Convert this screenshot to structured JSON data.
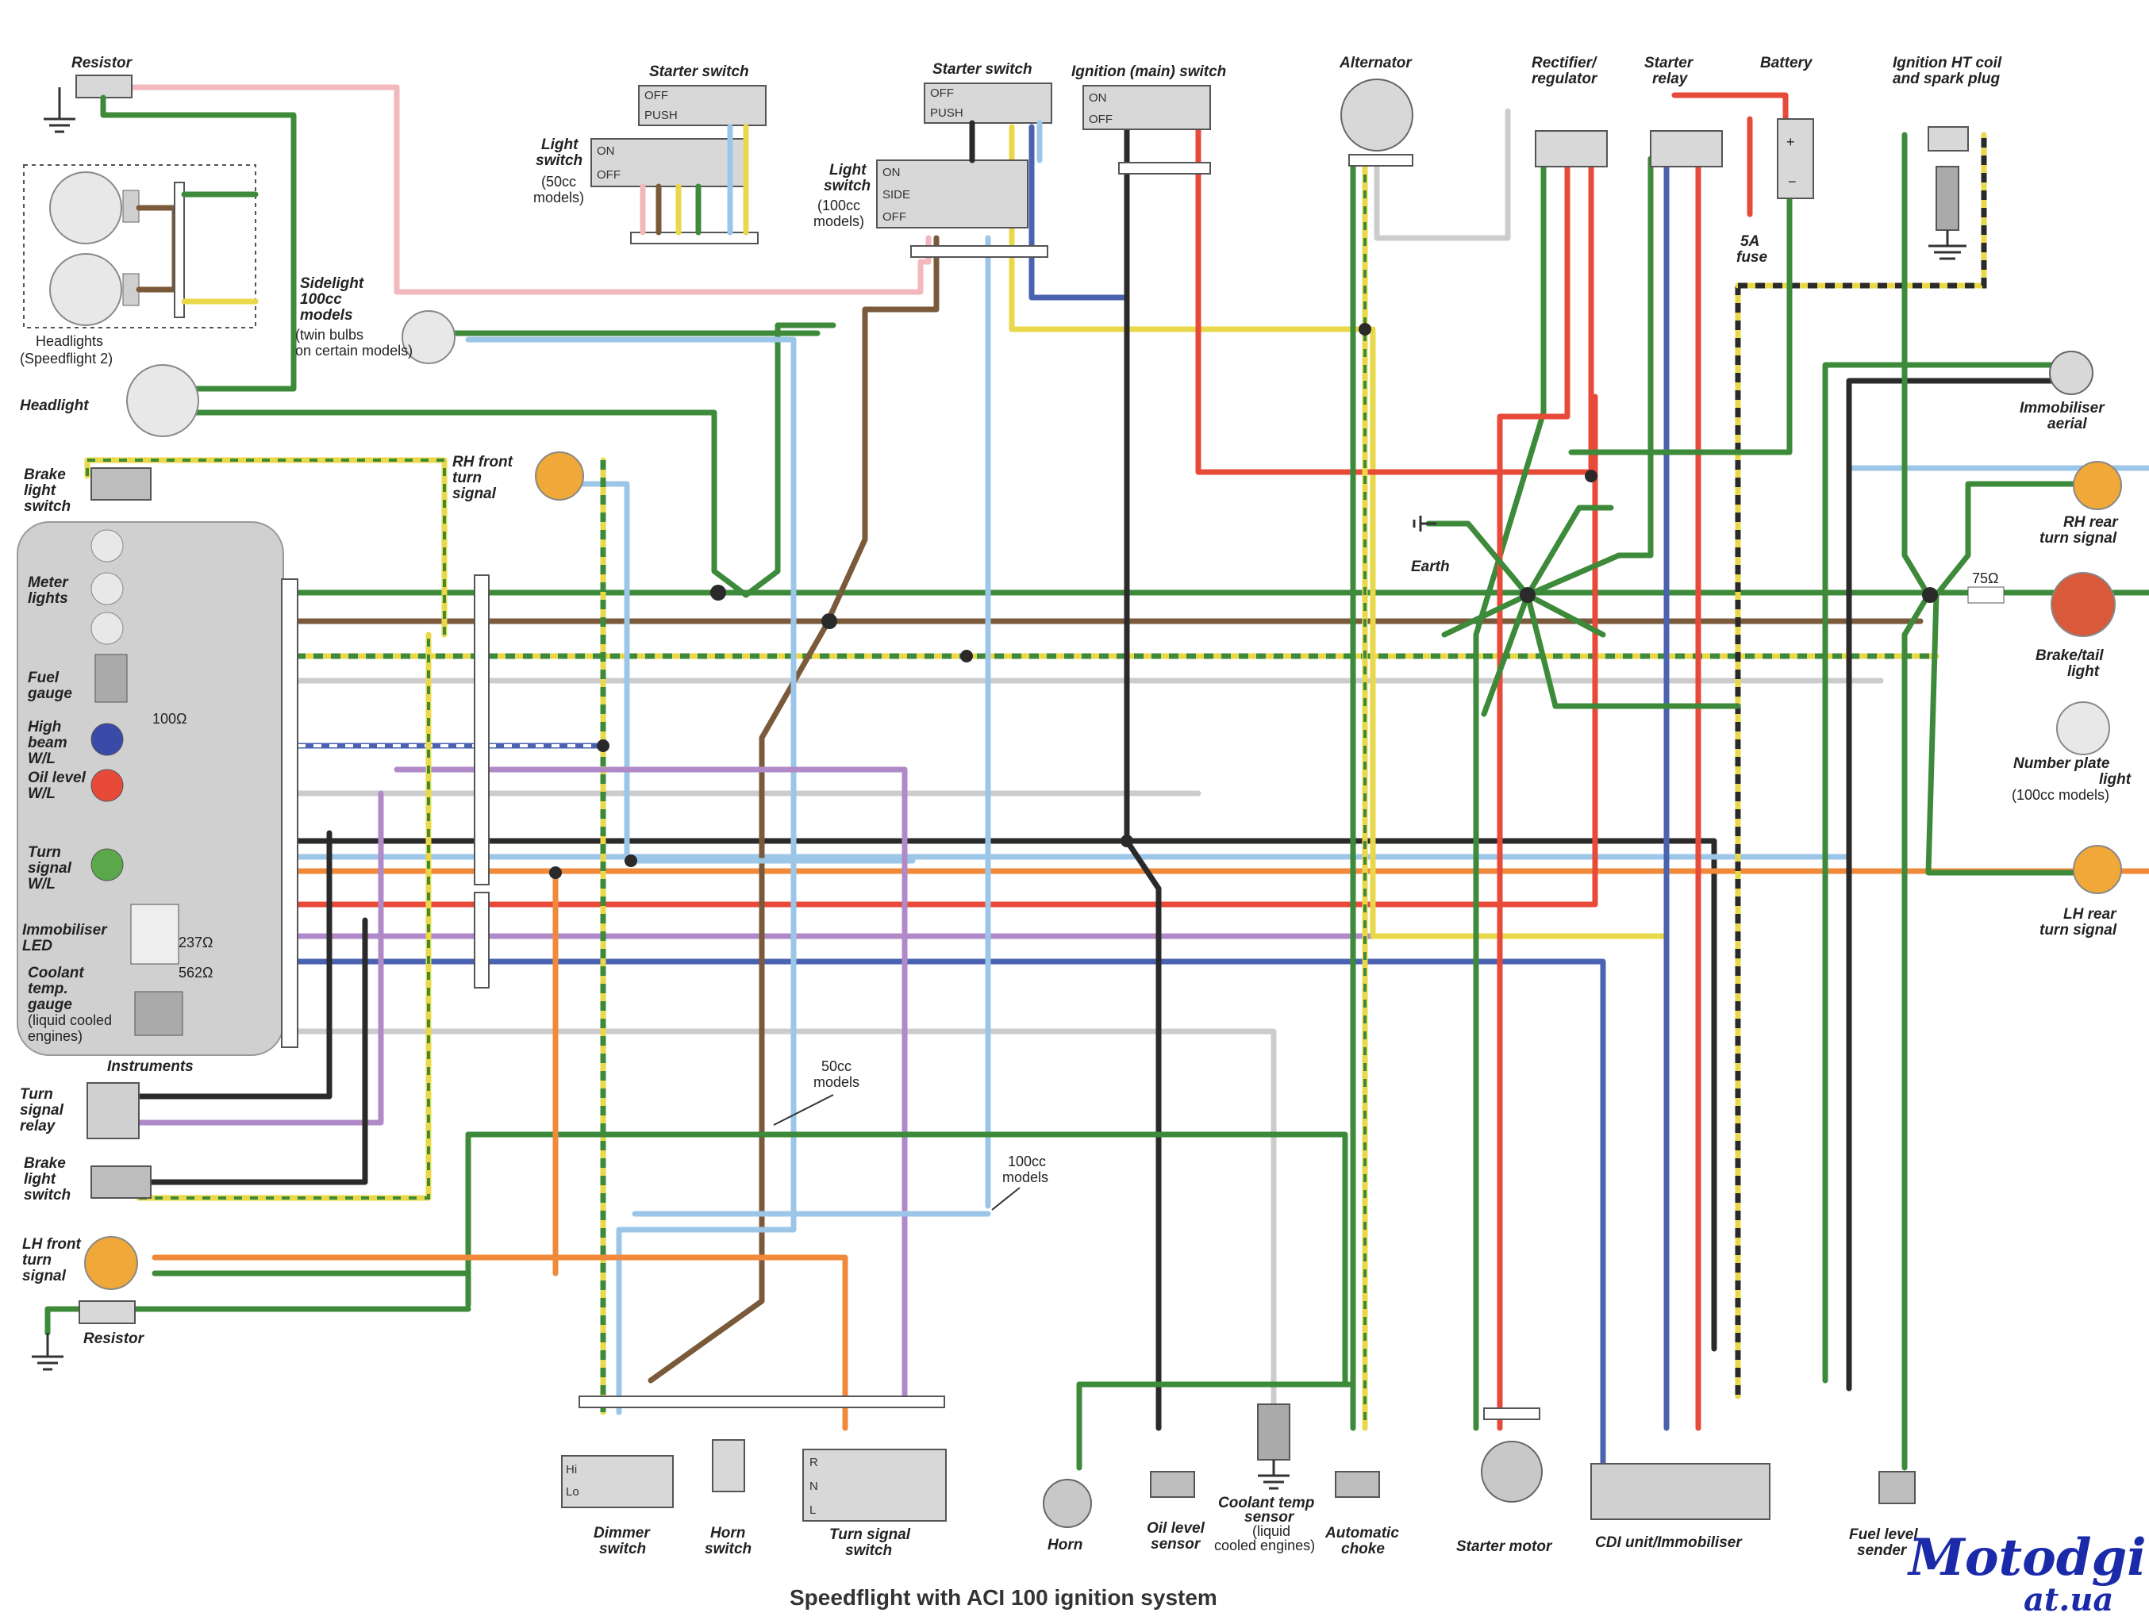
{
  "title": "Speedflight with ACI 100 ignition system",
  "watermark": {
    "line1": "Motodgin",
    "line2": "at.ua"
  },
  "colors": {
    "green": "#3c8a3a",
    "brown": "#7a5a3a",
    "red": "#e84a3a",
    "blue": "#4a62b0",
    "lightblue": "#9cc6e8",
    "pink": "#f2b8bc",
    "black": "#2a2a2a",
    "yellow": "#e8d84a",
    "orange": "#f08a3a",
    "purple": "#b08ac8",
    "white": "#cfcfcf",
    "gray": "#c8c8c8"
  },
  "labels": {
    "resistor_top": "Resistor",
    "resistor_bottom": "Resistor",
    "headlights_1": "Headlights",
    "headlights_2": "(Speedflight 2)",
    "sidelight_1": "Sidelight",
    "sidelight_2": "100cc",
    "sidelight_3": "models",
    "sidelight_4": "(twin bulbs",
    "sidelight_5": "on certain models)",
    "headlight": "Headlight",
    "brake_light_switch_top_1": "Brake",
    "brake_light_switch_top_2": "light",
    "brake_light_switch_top_3": "switch",
    "meter_lights_1": "Meter",
    "meter_lights_2": "lights",
    "fuel_gauge_1": "Fuel",
    "fuel_gauge_2": "gauge",
    "high_beam_1": "High",
    "high_beam_2": "beam",
    "high_beam_3": "W/L",
    "oil_level_1": "Oil level",
    "oil_level_2": "W/L",
    "turn_signal_wl_1": "Turn",
    "turn_signal_wl_2": "signal",
    "turn_signal_wl_3": "W/L",
    "immobiliser_led_1": "Immobiliser",
    "immobiliser_led_2": "LED",
    "coolant_gauge_1": "Coolant",
    "coolant_gauge_2": "temp.",
    "coolant_gauge_3": "gauge",
    "coolant_gauge_4": "(liquid cooled",
    "coolant_gauge_5": "engines)",
    "instruments": "Instruments",
    "r100": "100Ω",
    "r237": "237Ω",
    "r562": "562Ω",
    "r75": "75Ω",
    "turn_signal_relay_1": "Turn",
    "turn_signal_relay_2": "signal",
    "turn_signal_relay_3": "relay",
    "brake_light_switch_bottom_1": "Brake",
    "brake_light_switch_bottom_2": "light",
    "brake_light_switch_bottom_3": "switch",
    "lh_front_1": "LH front",
    "lh_front_2": "turn",
    "lh_front_3": "signal",
    "starter_switch_left": "Starter switch",
    "light_switch_50_1": "Light",
    "light_switch_50_2": "switch",
    "light_switch_50_3": "(50cc",
    "light_switch_50_4": "models)",
    "starter_switch_right": "Starter switch",
    "light_switch_100_1": "Light",
    "light_switch_100_2": "switch",
    "light_switch_100_3": "(100cc",
    "light_switch_100_4": "models)",
    "ignition_switch": "Ignition (main) switch",
    "alternator": "Alternator",
    "rectifier_1": "Rectifier/",
    "rectifier_2": "regulator",
    "starter_relay_1": "Starter",
    "starter_relay_2": "relay",
    "battery": "Battery",
    "fuse_1": "5A",
    "fuse_2": "fuse",
    "ignition_ht_1": "Ignition HT coil",
    "ignition_ht_2": "and spark plug",
    "rh_front_1": "RH front",
    "rh_front_2": "turn",
    "rh_front_3": "signal",
    "earth": "Earth",
    "immobiliser_aerial_1": "Immobiliser",
    "immobiliser_aerial_2": "aerial",
    "rh_rear_1": "RH rear",
    "rh_rear_2": "turn signal",
    "brake_tail_1": "Brake/tail",
    "brake_tail_2": "light",
    "number_plate_1": "Number plate",
    "number_plate_2": "light",
    "number_plate_3": "(100cc models)",
    "lh_rear_1": "LH rear",
    "lh_rear_2": "turn signal",
    "models_50_1": "50cc",
    "models_50_2": "models",
    "models_100_1": "100cc",
    "models_100_2": "models",
    "dimmer_1": "Dimmer",
    "dimmer_2": "switch",
    "horn_switch_1": "Horn",
    "horn_switch_2": "switch",
    "turn_switch_1": "Turn signal",
    "turn_switch_2": "switch",
    "horn": "Horn",
    "oil_sensor_1": "Oil level",
    "oil_sensor_2": "sensor",
    "coolant_sensor_1": "Coolant temp",
    "coolant_sensor_2": "sensor",
    "coolant_sensor_3": "(liquid",
    "coolant_sensor_4": "cooled engines)",
    "choke_1": "Automatic",
    "choke_2": "choke",
    "starter_motor": "Starter motor",
    "cdi": "CDI unit/Immobiliser",
    "fuel_sender_1": "Fuel level",
    "fuel_sender_2": "sender"
  },
  "switch_positions": {
    "starter_left": [
      "OFF",
      "PUSH"
    ],
    "light_50": [
      "ON",
      "OFF"
    ],
    "starter_right": [
      "OFF",
      "PUSH"
    ],
    "light_100": [
      "ON",
      "SIDE",
      "OFF"
    ],
    "ignition": [
      "ON",
      "OFF"
    ],
    "dimmer": [
      "Hi",
      "Lo"
    ],
    "turn": [
      "R",
      "N",
      "L"
    ]
  }
}
